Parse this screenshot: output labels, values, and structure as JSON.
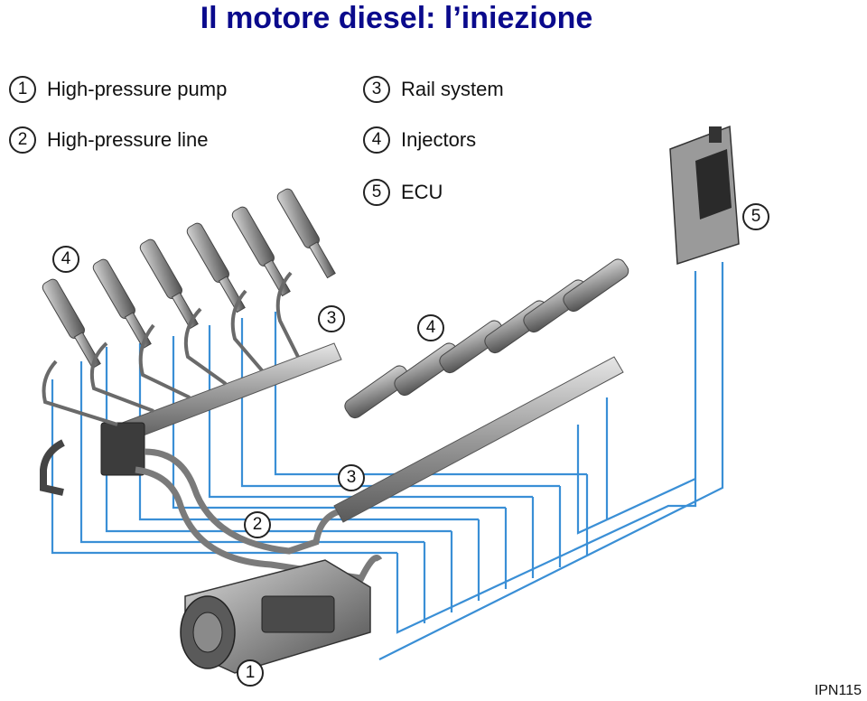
{
  "title": "Il motore diesel: l’iniezione",
  "legend": [
    {
      "num": "1",
      "label": "High-pressure pump"
    },
    {
      "num": "2",
      "label": "High-pressure line"
    },
    {
      "num": "3",
      "label": "Rail system"
    },
    {
      "num": "4",
      "label": "Injectors"
    },
    {
      "num": "5",
      "label": "ECU"
    }
  ],
  "callouts": {
    "pump": "1",
    "line": "2",
    "rail_left": "3",
    "rail_right": "3",
    "injectors_left": "4",
    "injectors_right": "4",
    "ecu": "5"
  },
  "slide_code": "IPN115",
  "colors": {
    "title": "#0a0a8c",
    "wiring": "#3a8fd6",
    "metal": "#8c8c8c",
    "dark_metal": "#3c3c3c"
  }
}
